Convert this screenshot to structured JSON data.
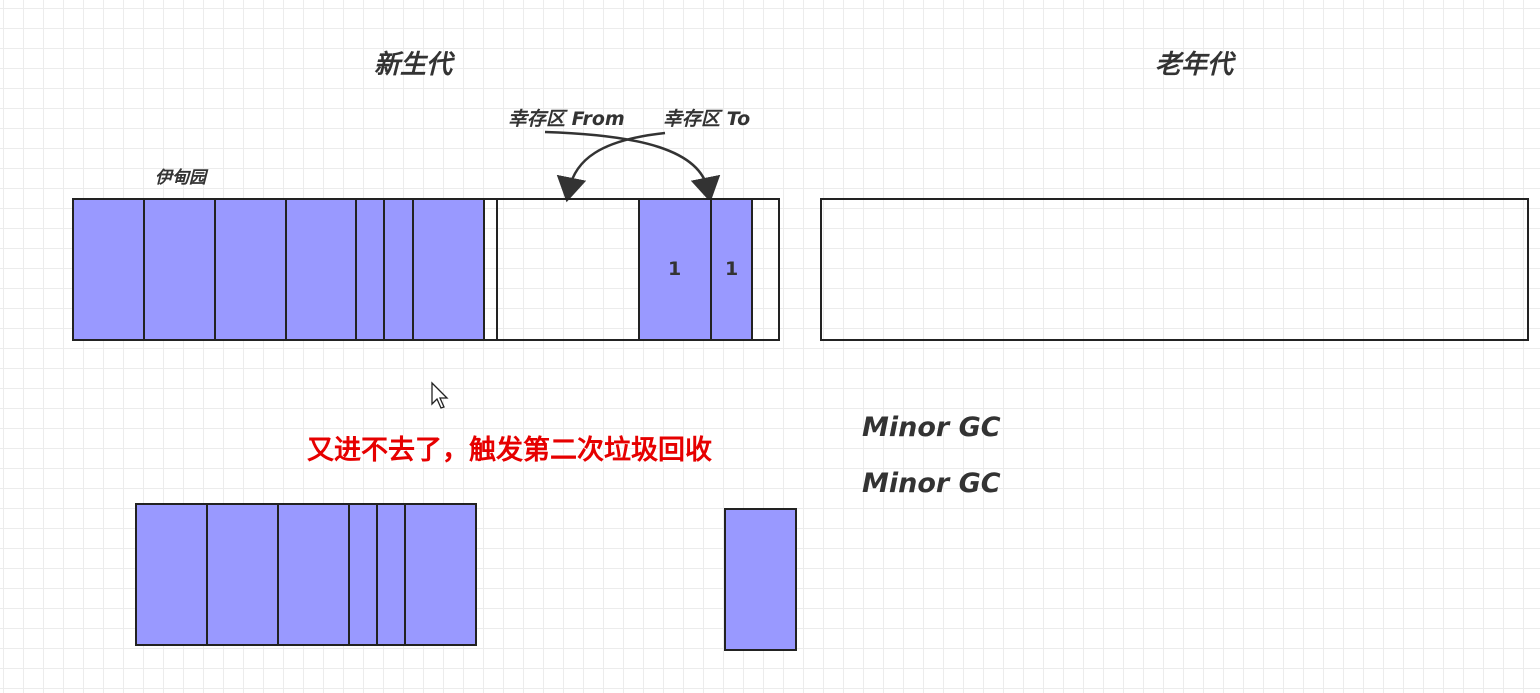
{
  "diagram": {
    "young_gen_title": "新生代",
    "old_gen_title": "老年代",
    "eden_label": "伊甸园",
    "survivor_from_label": "幸存区 From",
    "survivor_to_label": "幸存区 To",
    "to_object_age_1": "1",
    "to_object_age_2": "1",
    "gc_log": [
      "Minor GC",
      "Minor GC"
    ],
    "notice": "又进不去了，触发第二次垃圾回收",
    "colors": {
      "object_fill": "#9999ff",
      "border": "#222222",
      "notice_text": "#e60000"
    }
  }
}
